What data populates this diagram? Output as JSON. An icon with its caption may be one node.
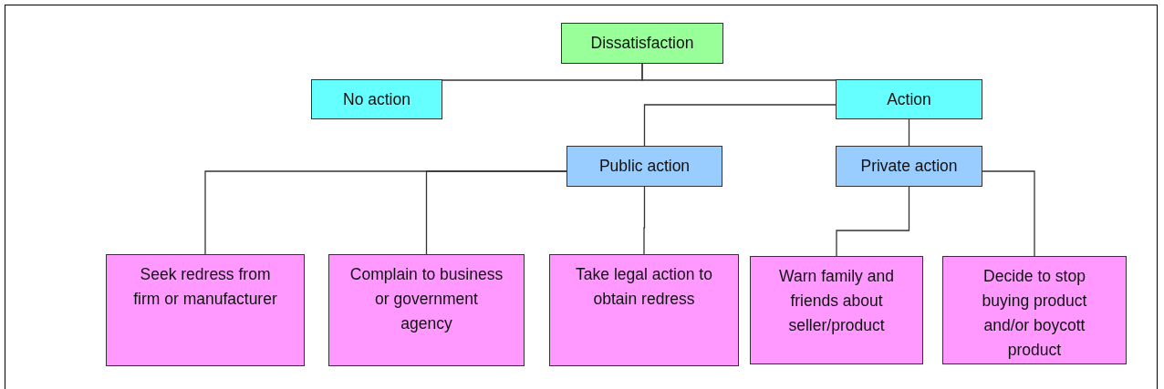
{
  "diagram": {
    "nodes": [
      {
        "text": [
          "Dissatisfaction"
        ]
      },
      {
        "text": [
          "No action"
        ]
      },
      {
        "text": [
          "Action"
        ]
      },
      {
        "text": [
          "Public action"
        ]
      },
      {
        "text": [
          "Private action"
        ]
      },
      {
        "text": [
          "Seek redress from firm or manufacturer"
        ]
      },
      {
        "text": [
          "Complain to business or government agency"
        ]
      },
      {
        "text": [
          "Take legal action to obtain redress"
        ]
      },
      {
        "text": [
          "Warn family and friends about seller/product"
        ]
      },
      {
        "text": [
          "Decide to stop buying product and/or boycott product"
        ]
      }
    ],
    "edges": [
      {
        "from": 0,
        "to": 1,
        "arrow": "none"
      },
      {
        "from": 0,
        "to": 2,
        "arrow": "none"
      },
      {
        "from": 2,
        "to": 3,
        "arrow": "none"
      },
      {
        "from": 2,
        "to": 4,
        "arrow": "none"
      },
      {
        "from": 3,
        "to": 5,
        "arrow": "none"
      },
      {
        "from": 3,
        "to": 6,
        "arrow": "none"
      },
      {
        "from": 3,
        "to": 7,
        "arrow": "none"
      },
      {
        "from": 4,
        "to": 8,
        "arrow": "none"
      },
      {
        "from": 4,
        "to": 9,
        "arrow": "none"
      }
    ]
  }
}
